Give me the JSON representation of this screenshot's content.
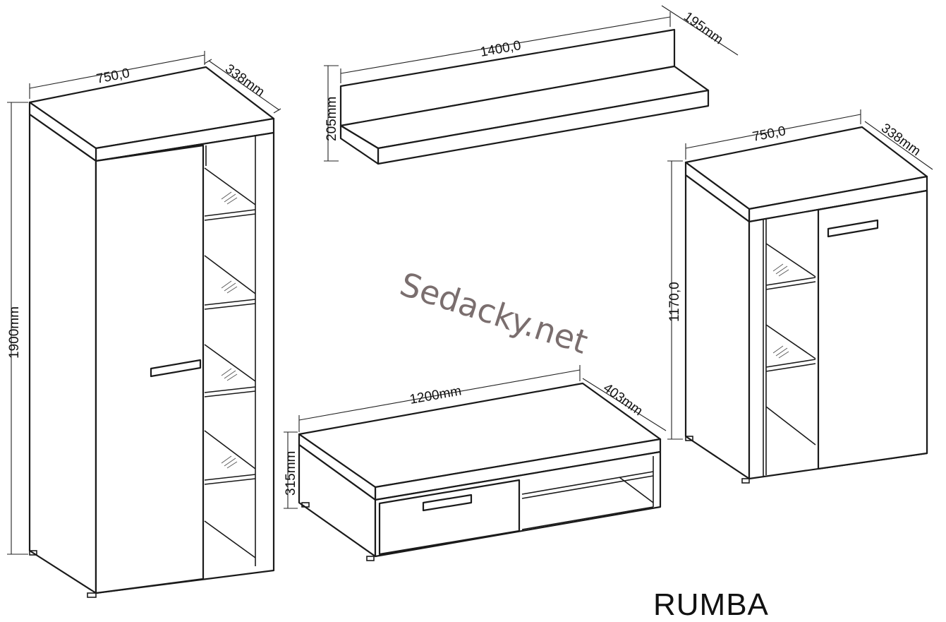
{
  "product_name": "RUMBA",
  "watermark": "Sedacky.net",
  "tall_cabinet": {
    "width": "750,0",
    "depth": "338mm",
    "height": "1900mm"
  },
  "wall_shelf": {
    "width": "1400,0",
    "depth": "195mm",
    "height": "205mm"
  },
  "tv_stand": {
    "width": "1200mm",
    "depth": "403mm",
    "height": "315mm"
  },
  "low_cabinet": {
    "width": "750,0",
    "depth": "338mm",
    "height": "1170,0"
  }
}
